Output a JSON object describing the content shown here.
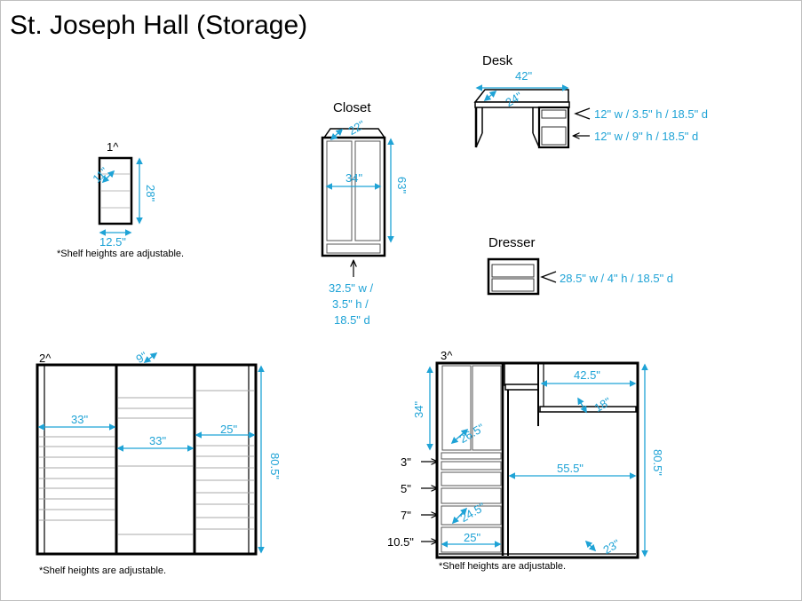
{
  "title": "St. Joseph Hall (Storage)",
  "colors": {
    "dimension": "#1fa3d6",
    "outline": "#000000"
  },
  "unit1": {
    "tag": "1^",
    "depth": "11\"",
    "height": "28\"",
    "width": "12.5\"",
    "note": "*Shelf heights are adjustable."
  },
  "closet": {
    "label": "Closet",
    "depth": "22\"",
    "width": "34\"",
    "height": "63\"",
    "drawer_line1": "32.5\" w /",
    "drawer_line2": "3.5\" h /",
    "drawer_line3": "18.5\" d"
  },
  "desk": {
    "label": "Desk",
    "width": "42\"",
    "depth": "24\"",
    "drawer_top": "12\" w / 3.5\" h / 18.5\" d",
    "drawer_bottom": "12\" w / 9\" h / 18.5\" d"
  },
  "dresser": {
    "label": "Dresser",
    "drawers": "28.5\" w / 4\" h / 18.5\" d"
  },
  "unit2": {
    "tag": "2^",
    "depth": "9\"",
    "height": "80.5\"",
    "left_width": "33\"",
    "mid_width": "33\"",
    "right_width": "25\"",
    "note": "*Shelf heights are adjustable."
  },
  "unit3": {
    "tag": "3^",
    "top_section": "34\"",
    "cabinet_width": "26.5\"",
    "shelf_width": "42.5\"",
    "shelf_depth": "18\"",
    "open_width": "55.5\"",
    "height": "80.5\"",
    "drawer1": "3\"",
    "drawer2": "5\"",
    "drawer3": "7\"",
    "drawer4": "10.5\"",
    "drawer_depth": "24.5\"",
    "drawer_width": "25\"",
    "bottom_depth": "23\"",
    "note": "*Shelf heights are adjustable."
  }
}
